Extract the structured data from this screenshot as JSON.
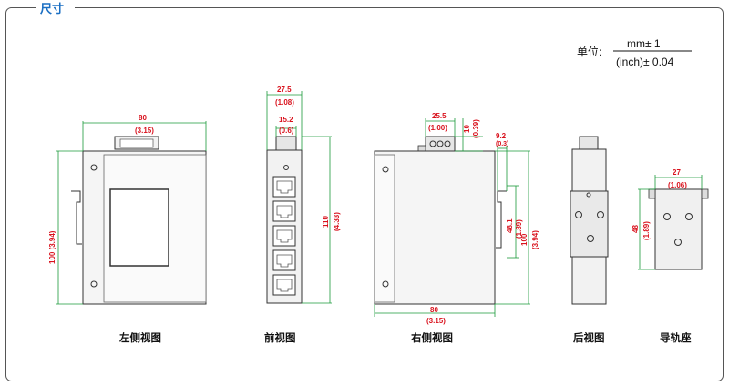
{
  "title": "尺寸",
  "unit": {
    "label": "单位:",
    "numerator": "mm± 1",
    "denominator": "(inch)± 0.04"
  },
  "views": {
    "left": {
      "caption": "左侧视图",
      "width": "80",
      "width_in": "(3.15)",
      "height": "100 (3.94)"
    },
    "front": {
      "caption": "前视图",
      "depth": "27.5",
      "depth_in": "(1.08)",
      "conn": "15.2",
      "conn_in": "(0.6)",
      "height": "110",
      "height_in": "(4.33)"
    },
    "right": {
      "caption": "右侧视图",
      "conn_w": "25.5",
      "conn_w_in": "(1.00)",
      "conn_h": "10",
      "conn_h_in": "(0.39)",
      "offset": "9.2",
      "offset_in": "(0.3)",
      "mount": "48.1",
      "mount_in": "(1.89)",
      "height": "100",
      "height_in": "(3.94)",
      "width": "80",
      "width_in": "(3.15)"
    },
    "back": {
      "caption": "后视图"
    },
    "rail": {
      "caption": "导轨座",
      "width": "27",
      "width_in": "(1.06)",
      "height": "48",
      "height_in": "(1.89)"
    }
  },
  "colors": {
    "dimension": "#d9121d",
    "guide": "#1a9a3a",
    "title": "#1b6fc3"
  }
}
